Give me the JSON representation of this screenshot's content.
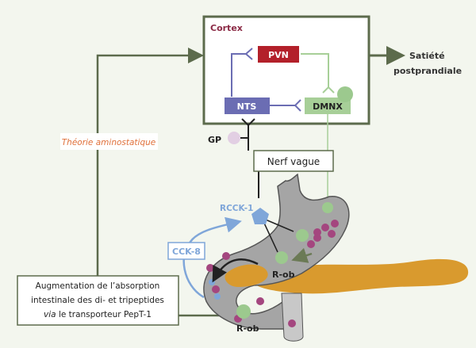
{
  "diagram": {
    "cortex_label": "Cortex",
    "pvn_label": "PVN",
    "nts_label": "NTS",
    "dmnx_label": "DMNX",
    "outcome_line1": "Satiété",
    "outcome_line2": "postprandiale",
    "gp_label": "GP",
    "nerve_label": "Nerf vague",
    "theory_label": "Théorie aminostatique",
    "rcck_label": "RCCK-1",
    "cck8_label": "CCK-8",
    "rob_label_stomach": "R-ob",
    "rob_label_bottom": "R-ob",
    "absorption_line1": "Augmentation de l’absorption",
    "absorption_line2": "intestinale des di- et tripeptides",
    "absorption_line3_italic": "via",
    "absorption_line3_rest": " le transporteur PepT-1"
  },
  "colors": {
    "background": "#f3f6ee",
    "frame": "#5c6b4c",
    "cortex": "#8b2a45",
    "pvn": "#b3202a",
    "nts": "#6b6db3",
    "dmnx": "#a7cf98",
    "theory": "#e0703a",
    "cck": "#7fa6d9",
    "gp": "#e2cfe3",
    "purple_dot": "#a4467f",
    "pancreas": "#d99a2e"
  }
}
